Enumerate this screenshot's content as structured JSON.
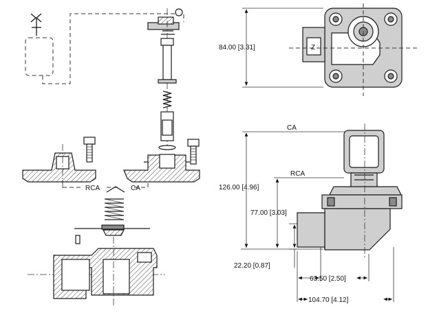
{
  "labels": {
    "rca_left": "RCA",
    "ca_left": "CA",
    "ca_side": "CA",
    "rca_side": "RCA",
    "dim_84": "84.00 [3.31]",
    "dim_126": "126.00 [4.96]",
    "dim_77": "77.00 [3.03]",
    "dim_22": "22.20 [0.87]",
    "dim_63": "63.50 [2.50]",
    "dim_104": "104.70 [4.12]",
    "coil_letter": "Z"
  }
}
